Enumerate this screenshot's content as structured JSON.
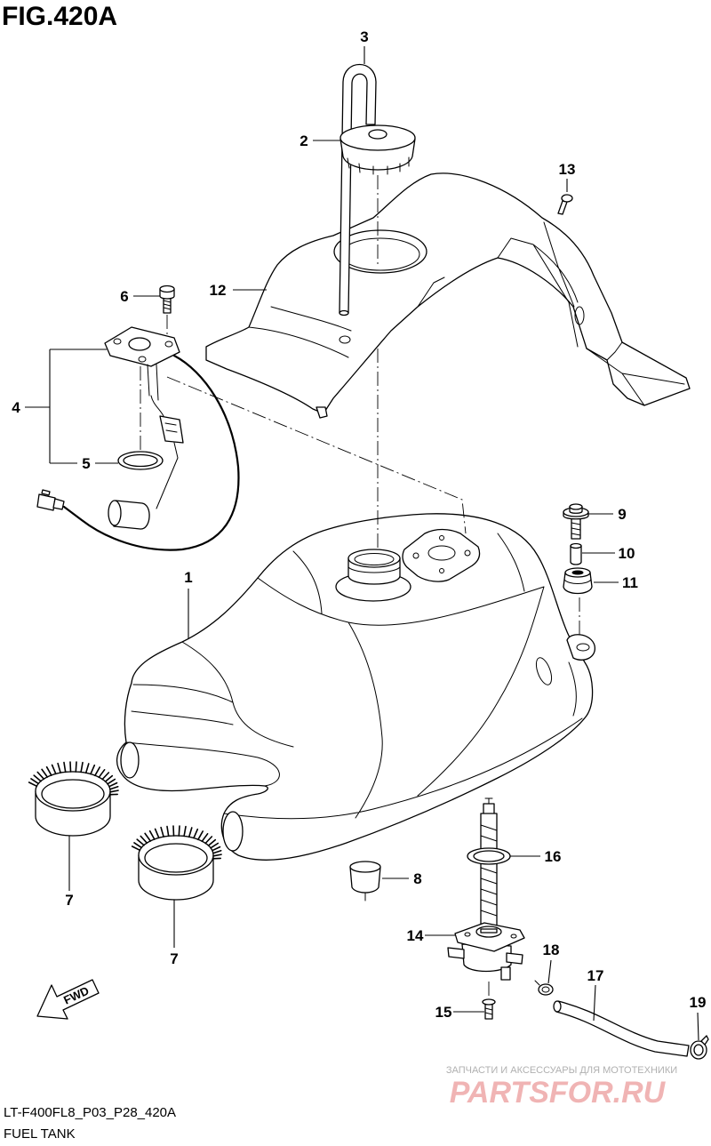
{
  "figure": {
    "title": "FIG.420A",
    "code": "LT-F400FL8_P03_P28_420A",
    "caption": "FUEL TANK"
  },
  "callouts": [
    "3",
    "2",
    "13",
    "12",
    "6",
    "4",
    "5",
    "9",
    "10",
    "11",
    "1",
    "7",
    "7",
    "8",
    "16",
    "14",
    "18",
    "17",
    "19",
    "15"
  ],
  "direction_arrow": {
    "label": "FWD",
    "icon": "forward-arrow-icon"
  },
  "watermark": {
    "tagline": "ЗАПЧАСТИ И АКСЕССУАРЫ ДЛЯ МОТОТЕХНИКИ",
    "logo_text": "PARTSFOR.RU"
  },
  "colors": {
    "line": "#000000",
    "background": "#ffffff",
    "watermark_logo": "#f0b4b4",
    "watermark_tagline": "#b0b0b0"
  }
}
